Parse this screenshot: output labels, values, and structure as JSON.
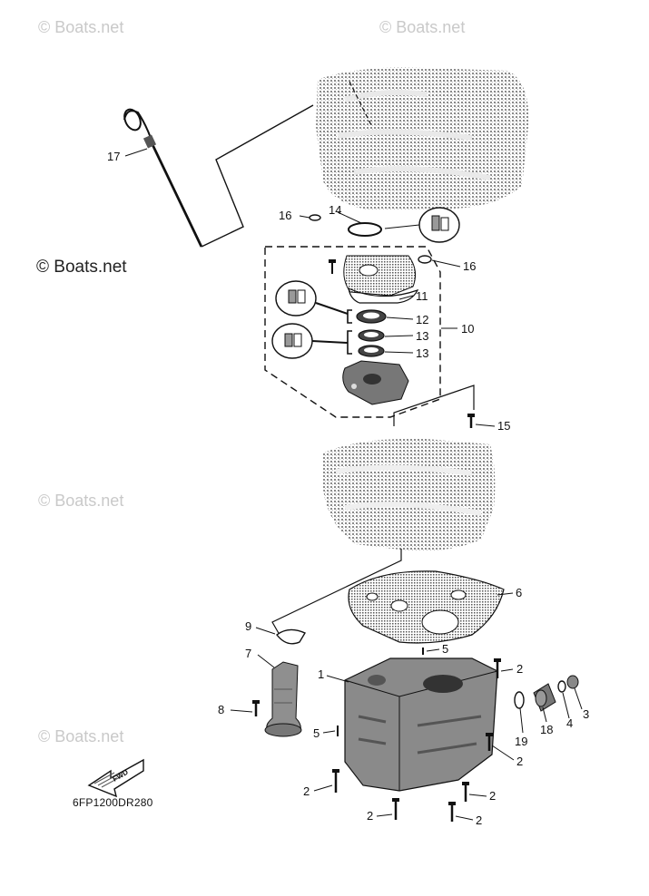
{
  "watermarks": [
    "© Boats.net",
    "© Boats.net",
    "© Boats.net",
    "© Boats.net",
    "© Boats.net"
  ],
  "diagram_code": "6FP1200DR280",
  "fwd_label": "FWD",
  "callouts": [
    "17",
    "16",
    "14",
    "16",
    "11",
    "12",
    "10",
    "13",
    "13",
    "15",
    "6",
    "9",
    "5",
    "7",
    "2",
    "1",
    "8",
    "3",
    "4",
    "18",
    "19",
    "5",
    "2",
    "2",
    "2",
    "2",
    "2"
  ],
  "colors": {
    "line": "#111111",
    "part_fill": "#9a9a9a",
    "part_light": "#cfcfcf",
    "watermark": "#c9c9c9"
  }
}
